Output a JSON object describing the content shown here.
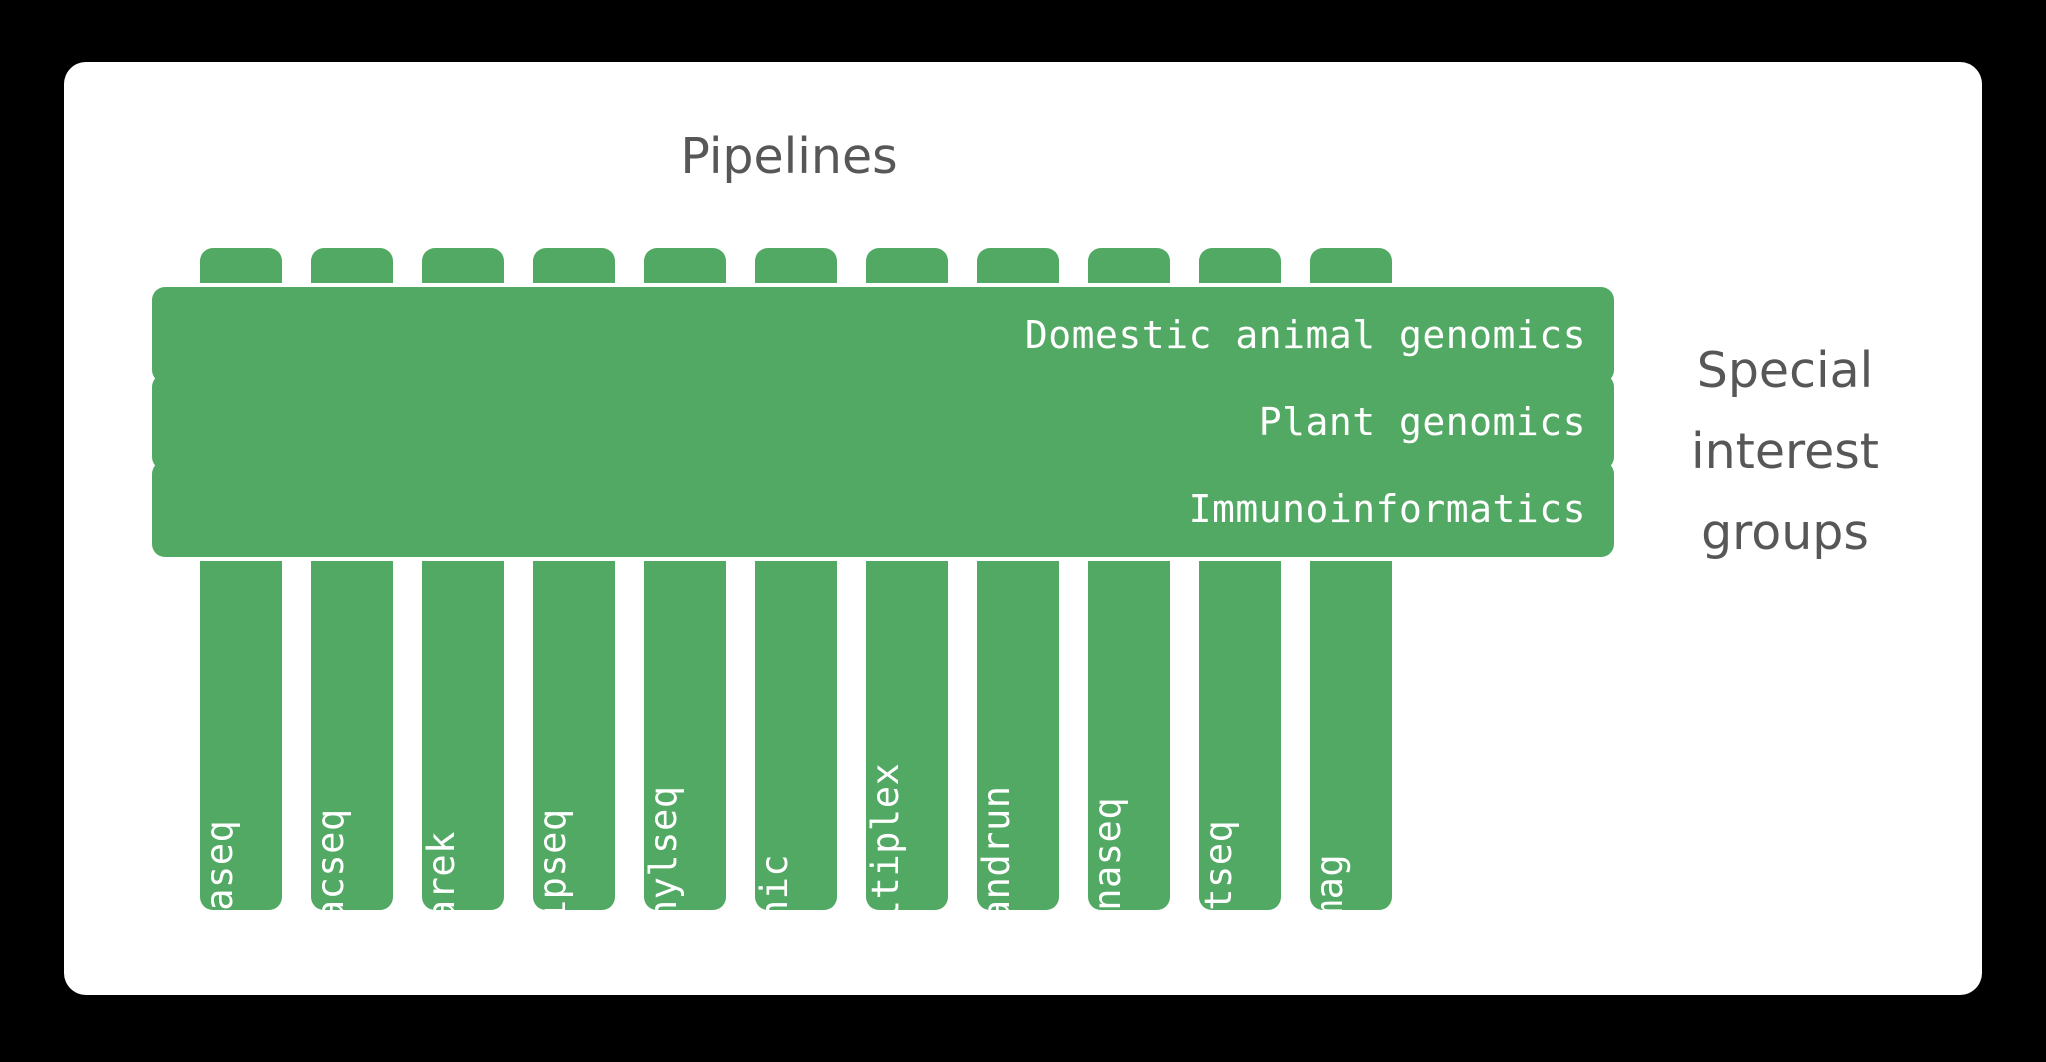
{
  "card": {
    "background_color": "#ffffff",
    "page_background_color": "#000000"
  },
  "theme": {
    "accent_green": "#52a963",
    "text_gray": "#575757",
    "label_white": "#ffffff"
  },
  "headings": {
    "pipelines_title": "Pipelines",
    "sig_title_line1": "Special",
    "sig_title_line2": "interest",
    "sig_title_line3": "groups"
  },
  "pipelines": [
    {
      "label": "rnaseq"
    },
    {
      "label": "atacseq"
    },
    {
      "label": "sarek"
    },
    {
      "label": "chipseq"
    },
    {
      "label": "methylseq"
    },
    {
      "label": "hic"
    },
    {
      "label": "demultiplex"
    },
    {
      "label": "cutandrun"
    },
    {
      "label": "smrnaseq"
    },
    {
      "label": "hgtseq"
    },
    {
      "label": "mag"
    }
  ],
  "special_interest_groups": [
    {
      "label": "Domestic animal genomics"
    },
    {
      "label": "Plant genomics"
    },
    {
      "label": "Immunoinformatics"
    }
  ]
}
